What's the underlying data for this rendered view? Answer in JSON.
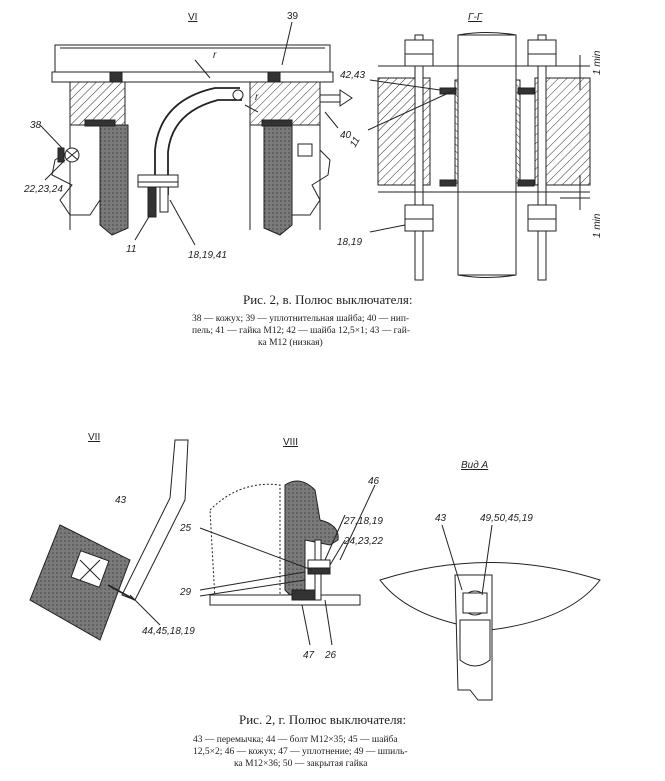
{
  "fig_v": {
    "view_VI": "VI",
    "section_GG": "Г-Г",
    "labels": {
      "l39": "39",
      "l38": "38",
      "l222324": "22,23,24",
      "l11a": "11",
      "l181941": "18,19,41",
      "l40": "40",
      "l4243": "42,43",
      "l11b": "11",
      "l1819": "18,19",
      "lr1": "r",
      "lr2": "r",
      "lmin1": "1 min",
      "lmin2": "1 min"
    },
    "caption": "Рис. 2, в. Полюс выключателя:",
    "legend": [
      "38 — кожух;   39 — уплотнительная   шайба;   40 — нип-",
      "пель;  41 — гайка  М12;   42 — шайба  12,5×1;   43 — гай-",
      "ка  М12  (низкая)"
    ]
  },
  "fig_g": {
    "view_VII": "VII",
    "view_VIII": "VIII",
    "view_A": "Вид А",
    "labels": {
      "l43a": "43",
      "l44451819": "44,45,18,19",
      "l46": "46",
      "l25": "25",
      "l271819": "27,18,19",
      "l242322": "24,23,22",
      "l29": "29",
      "l47": "47",
      "l26": "26",
      "l43b": "43",
      "l49504519": "49,50,45,19"
    },
    "caption": "Рис. 2, г. Полюс выключателя:",
    "legend": [
      "43 — перемычка;   44 — болт   М12×35;   45 — шайба",
      "12,5×2;  46 — кожух;  47 — уплотнение;  49 — шпиль-",
      "ка М12×36;  50 — закрытая гайка"
    ]
  }
}
